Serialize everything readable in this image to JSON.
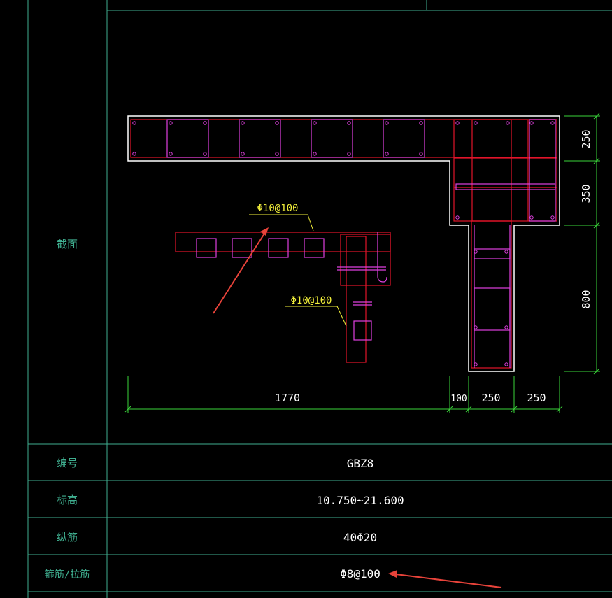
{
  "colors": {
    "background": "#000000",
    "grid": "#3fae8f",
    "outline": "#ffffff",
    "rebar": "#e3142a",
    "stirrup": "#e040e0",
    "callout": "#f2ef3a",
    "dimension": "#3ad33a",
    "text": "#ffffff",
    "label": "#3fae8f",
    "arrow": "#e8433a"
  },
  "table": {
    "section_label": "截面",
    "rows": [
      {
        "label": "编号",
        "value": "GBZ8"
      },
      {
        "label": "标高",
        "value": "10.750~21.600"
      },
      {
        "label": "纵筋",
        "value": "40Φ20"
      },
      {
        "label": "箍筋/拉筋",
        "value": "Φ8@100"
      }
    ]
  },
  "callouts": {
    "stirrup_1": "Φ10@100",
    "stirrup_2": "Φ10@100"
  },
  "dimensions": {
    "bottom": [
      "1770",
      "100",
      "250",
      "250"
    ],
    "right": [
      "250",
      "350",
      "800"
    ]
  }
}
